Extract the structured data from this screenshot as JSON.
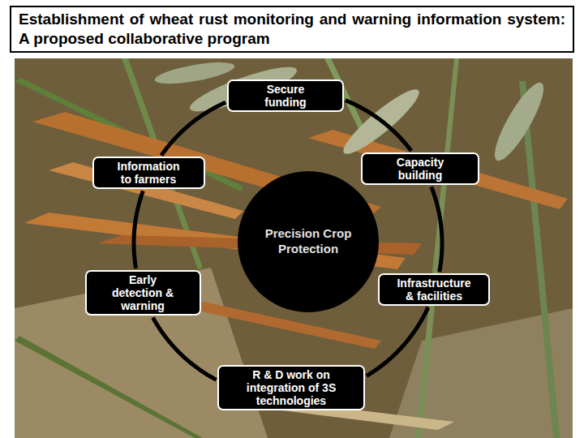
{
  "diagram": {
    "title": "Establishment of wheat rust monitoring and warning information system: A proposed collaborative program",
    "nodes": [
      {
        "text": [
          "Secure funding"
        ]
      },
      {
        "text": [
          "Capacity building"
        ]
      },
      {
        "text": [
          "Infrastructure & facilities"
        ]
      },
      {
        "text": [
          "R & D work on integration of 3S technologies"
        ]
      },
      {
        "text": [
          "Early detection & warning"
        ]
      },
      {
        "text": [
          "Information to farmers"
        ]
      },
      {
        "text": [
          "Precision Crop Protection"
        ]
      }
    ],
    "edges": [
      {
        "from": 0,
        "to": 1,
        "arrow": "none"
      },
      {
        "from": 1,
        "to": 2,
        "arrow": "none"
      },
      {
        "from": 2,
        "to": 3,
        "arrow": "none"
      },
      {
        "from": 3,
        "to": 4,
        "arrow": "none"
      },
      {
        "from": 4,
        "to": 5,
        "arrow": "none"
      },
      {
        "from": 5,
        "to": 0,
        "arrow": "none"
      }
    ]
  }
}
